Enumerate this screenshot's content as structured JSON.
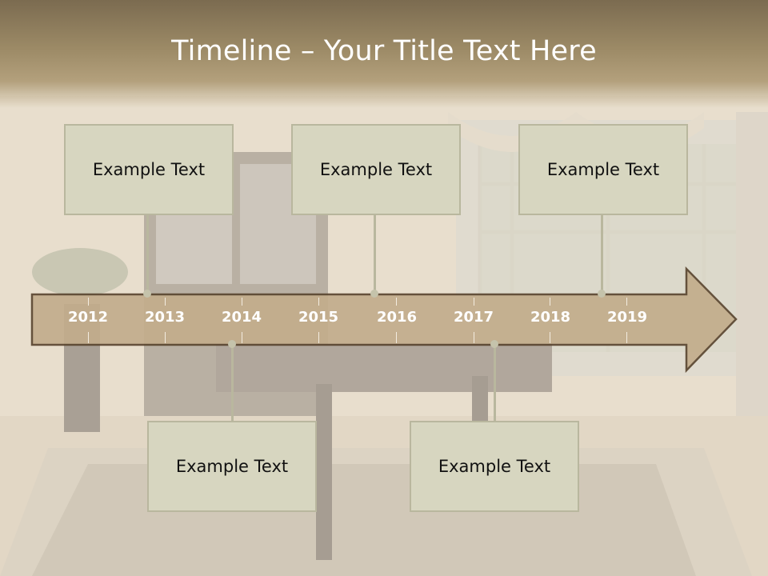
{
  "title": "Timeline – Your Title Text Here",
  "years": [
    "2012",
    "2013",
    "2014",
    "2015",
    "2016",
    "2017",
    "2018",
    "2019"
  ],
  "cards": {
    "top_1": "Example Text",
    "top_2": "Example Text",
    "top_3": "Example Text",
    "bottom_1": "Example Text",
    "bottom_2": "Example Text"
  },
  "colors": {
    "arrow_fill": "#c3ad8c",
    "arrow_stroke": "#5a4630",
    "card_fill": "#d7d6c0",
    "card_border": "#b9b79e",
    "header": "#8e7d5c"
  }
}
